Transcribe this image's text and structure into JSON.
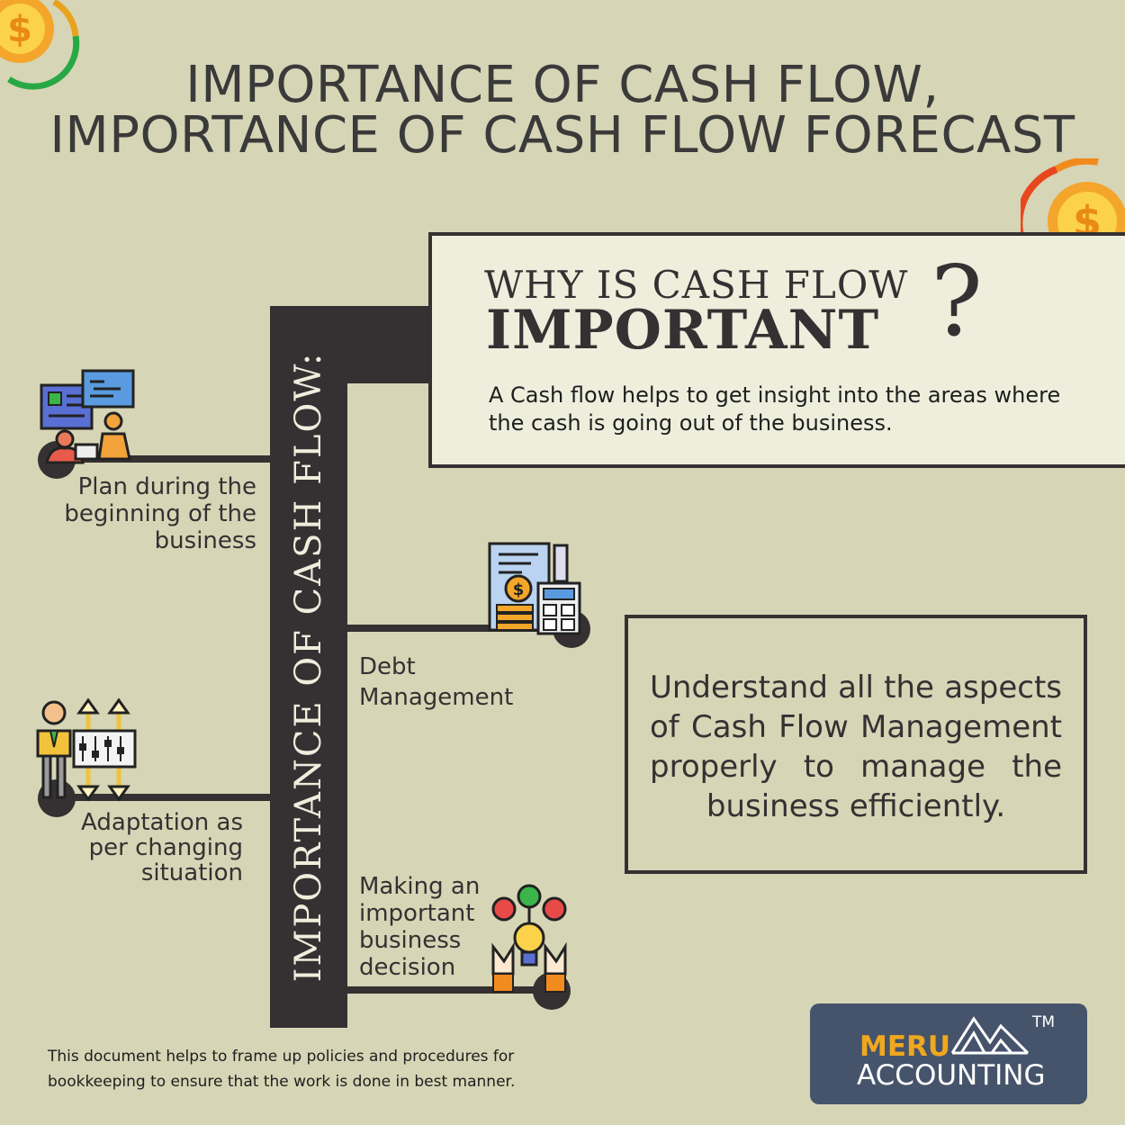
{
  "header": {
    "title_line1": "IMPORTANCE OF CASH FLOW,",
    "title_line2": "IMPORTANCE OF CASH FLOW FORECAST"
  },
  "spine": {
    "label": "IMPORTANCE OF CASH FLOW:"
  },
  "why_box": {
    "sub": "WHY IS CASH FLOW",
    "main": "IMPORTANT",
    "mark": "?",
    "description": "A Cash flow helps to get insight into the areas where the cash is going out of the business."
  },
  "points": {
    "plan": "Plan during the beginning of the business",
    "adaptation": "Adaptation as per changing situation",
    "debt": "Debt Management",
    "decision": "Making an important business decision"
  },
  "callout": {
    "text": "Understand all the aspects of Cash Flow Management properly to manage the business efficiently."
  },
  "footer": {
    "note": "This document helps to frame up policies and procedures for bookkeeping to ensure that the work is done in best manner."
  },
  "logo": {
    "name": "MERU",
    "sub": "ACCOUNTING",
    "tm": "TM"
  },
  "colors": {
    "background": "#d6d5b6",
    "dark": "#353132",
    "box": "#eeeedd",
    "logo_bg": "#46546b",
    "logo_accent": "#f0a81f"
  },
  "icons": {
    "coin_top_left": "dollar-coin-icon",
    "coin_top_right": "dollar-coin-cycle-icon",
    "plan": "planning-team-icon",
    "adaptation": "adjustment-sliders-icon",
    "debt": "finance-calculator-icon",
    "decision": "decision-lightbulb-icon"
  }
}
